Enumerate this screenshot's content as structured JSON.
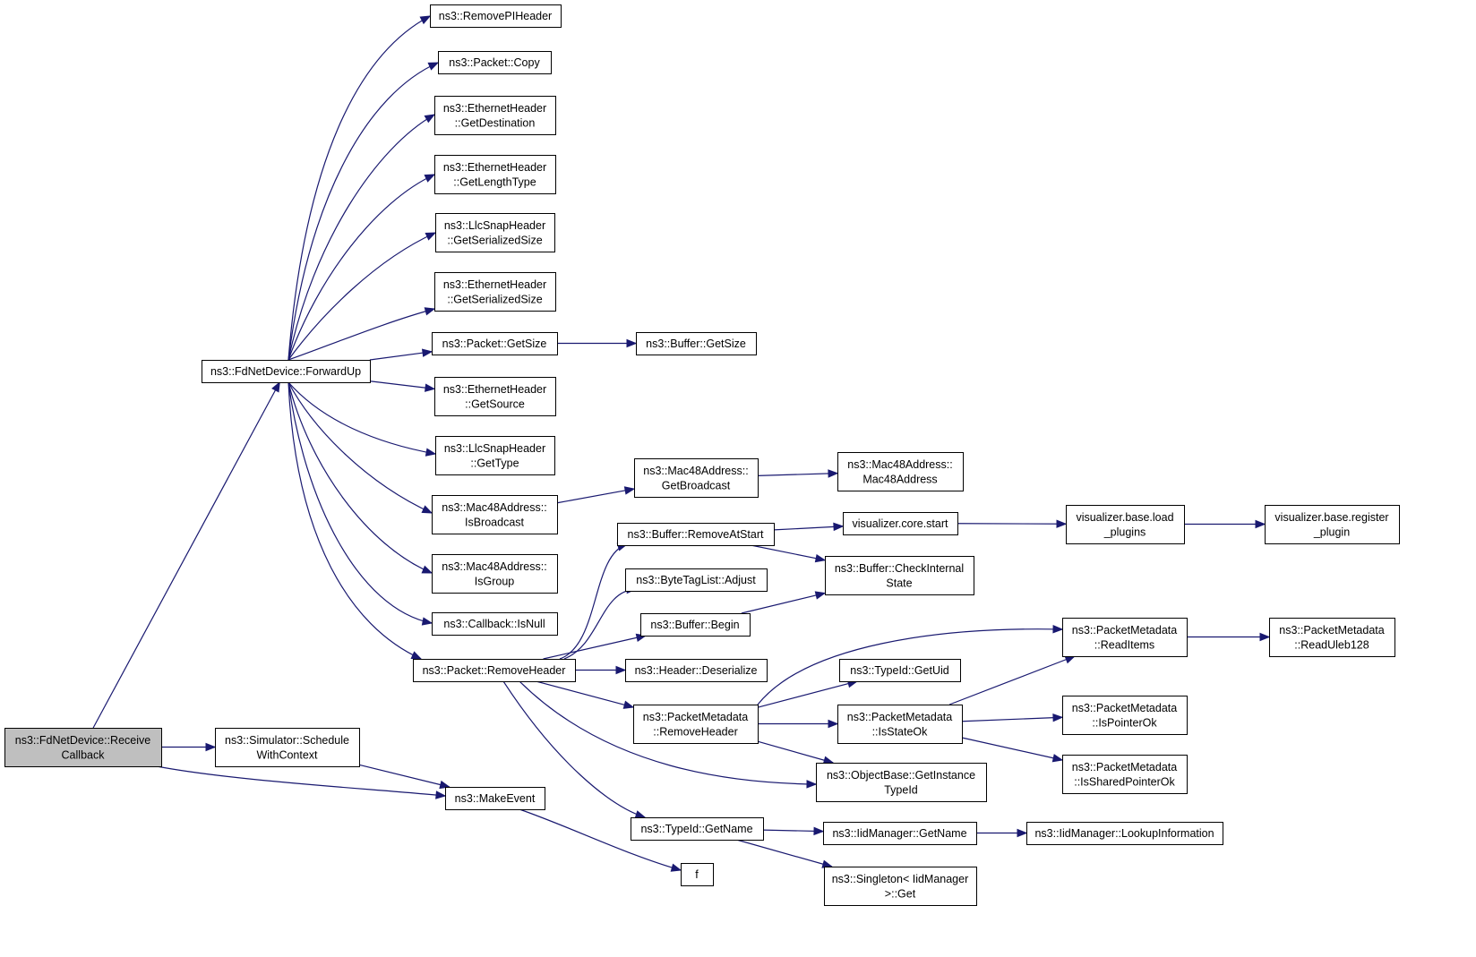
{
  "diagram": {
    "nodes": [
      {
        "id": "receive",
        "lines": [
          "ns3::FdNetDevice::Receive",
          "Callback"
        ],
        "root": true
      },
      {
        "id": "forwardup",
        "lines": [
          "ns3::FdNetDevice::ForwardUp"
        ]
      },
      {
        "id": "schedule",
        "lines": [
          "ns3::Simulator::Schedule",
          "WithContext"
        ]
      },
      {
        "id": "makeevent",
        "lines": [
          "ns3::MakeEvent"
        ]
      },
      {
        "id": "removepi",
        "lines": [
          "ns3::RemovePIHeader"
        ]
      },
      {
        "id": "copy",
        "lines": [
          "ns3::Packet::Copy"
        ]
      },
      {
        "id": "getdest",
        "lines": [
          "ns3::EthernetHeader",
          "::GetDestination"
        ]
      },
      {
        "id": "getlentype",
        "lines": [
          "ns3::EthernetHeader",
          "::GetLengthType"
        ]
      },
      {
        "id": "llcsersize",
        "lines": [
          "ns3::LlcSnapHeader",
          "::GetSerializedSize"
        ]
      },
      {
        "id": "ethsersize",
        "lines": [
          "ns3::EthernetHeader",
          "::GetSerializedSize"
        ]
      },
      {
        "id": "pktgetsize",
        "lines": [
          "ns3::Packet::GetSize"
        ]
      },
      {
        "id": "bufgetsize",
        "lines": [
          "ns3::Buffer::GetSize"
        ]
      },
      {
        "id": "getsource",
        "lines": [
          "ns3::EthernetHeader",
          "::GetSource"
        ]
      },
      {
        "id": "gettype",
        "lines": [
          "ns3::LlcSnapHeader",
          "::GetType"
        ]
      },
      {
        "id": "isbroadcast",
        "lines": [
          "ns3::Mac48Address::",
          "IsBroadcast"
        ]
      },
      {
        "id": "getbroadcast",
        "lines": [
          "ns3::Mac48Address::",
          "GetBroadcast"
        ]
      },
      {
        "id": "mac48ctor",
        "lines": [
          "ns3::Mac48Address::",
          "Mac48Address"
        ]
      },
      {
        "id": "isgroup",
        "lines": [
          "ns3::Mac48Address::",
          "IsGroup"
        ]
      },
      {
        "id": "isnull",
        "lines": [
          "ns3::Callback::IsNull"
        ]
      },
      {
        "id": "removeheader",
        "lines": [
          "ns3::Packet::RemoveHeader"
        ]
      },
      {
        "id": "removeatstart",
        "lines": [
          "ns3::Buffer::RemoveAtStart"
        ]
      },
      {
        "id": "vcorestart",
        "lines": [
          "visualizer.core.start"
        ]
      },
      {
        "id": "vloadplugins",
        "lines": [
          "visualizer.base.load",
          "_plugins"
        ]
      },
      {
        "id": "vregplugin",
        "lines": [
          "visualizer.base.register",
          "_plugin"
        ]
      },
      {
        "id": "checkinternal",
        "lines": [
          "ns3::Buffer::CheckInternal",
          "State"
        ]
      },
      {
        "id": "bytetagadjust",
        "lines": [
          "ns3::ByteTagList::Adjust"
        ]
      },
      {
        "id": "bufbegin",
        "lines": [
          "ns3::Buffer::Begin"
        ]
      },
      {
        "id": "deserialize",
        "lines": [
          "ns3::Header::Deserialize"
        ]
      },
      {
        "id": "pmremovehdr",
        "lines": [
          "ns3::PacketMetadata",
          "::RemoveHeader"
        ]
      },
      {
        "id": "readitems",
        "lines": [
          "ns3::PacketMetadata",
          "::ReadItems"
        ]
      },
      {
        "id": "readuleb",
        "lines": [
          "ns3::PacketMetadata",
          "::ReadUleb128"
        ]
      },
      {
        "id": "getuid",
        "lines": [
          "ns3::TypeId::GetUid"
        ]
      },
      {
        "id": "isstateok",
        "lines": [
          "ns3::PacketMetadata",
          "::IsStateOk"
        ]
      },
      {
        "id": "ispointerok",
        "lines": [
          "ns3::PacketMetadata",
          "::IsPointerOk"
        ]
      },
      {
        "id": "issharedptrok",
        "lines": [
          "ns3::PacketMetadata",
          "::IsSharedPointerOk"
        ]
      },
      {
        "id": "getinstancetid",
        "lines": [
          "ns3::ObjectBase::GetInstance",
          "TypeId"
        ]
      },
      {
        "id": "tidgetname",
        "lines": [
          "ns3::TypeId::GetName"
        ]
      },
      {
        "id": "iidgetname",
        "lines": [
          "ns3::IidManager::GetName"
        ]
      },
      {
        "id": "lookupinfo",
        "lines": [
          "ns3::IidManager::LookupInformation"
        ]
      },
      {
        "id": "singletonget",
        "lines": [
          "ns3::Singleton< IidManager",
          " >::Get"
        ]
      },
      {
        "id": "f",
        "lines": [
          "f"
        ]
      }
    ],
    "edges": [
      [
        "receive",
        "forwardup"
      ],
      [
        "receive",
        "schedule"
      ],
      [
        "receive",
        "makeevent"
      ],
      [
        "schedule",
        "makeevent"
      ],
      [
        "makeevent",
        "f"
      ],
      [
        "forwardup",
        "removepi"
      ],
      [
        "forwardup",
        "copy"
      ],
      [
        "forwardup",
        "getdest"
      ],
      [
        "forwardup",
        "getlentype"
      ],
      [
        "forwardup",
        "llcsersize"
      ],
      [
        "forwardup",
        "ethsersize"
      ],
      [
        "forwardup",
        "pktgetsize"
      ],
      [
        "forwardup",
        "getsource"
      ],
      [
        "forwardup",
        "gettype"
      ],
      [
        "forwardup",
        "isbroadcast"
      ],
      [
        "forwardup",
        "isgroup"
      ],
      [
        "forwardup",
        "isnull"
      ],
      [
        "forwardup",
        "removeheader"
      ],
      [
        "pktgetsize",
        "bufgetsize"
      ],
      [
        "isbroadcast",
        "getbroadcast"
      ],
      [
        "getbroadcast",
        "mac48ctor"
      ],
      [
        "removeheader",
        "removeatstart"
      ],
      [
        "removeheader",
        "bytetagadjust"
      ],
      [
        "removeheader",
        "bufbegin"
      ],
      [
        "removeheader",
        "deserialize"
      ],
      [
        "removeheader",
        "pmremovehdr"
      ],
      [
        "removeheader",
        "getinstancetid"
      ],
      [
        "removeheader",
        "tidgetname"
      ],
      [
        "removeatstart",
        "vcorestart"
      ],
      [
        "removeatstart",
        "checkinternal"
      ],
      [
        "vcorestart",
        "vloadplugins"
      ],
      [
        "vloadplugins",
        "vregplugin"
      ],
      [
        "bufbegin",
        "checkinternal"
      ],
      [
        "pmremovehdr",
        "readitems"
      ],
      [
        "pmremovehdr",
        "getuid"
      ],
      [
        "pmremovehdr",
        "isstateok"
      ],
      [
        "pmremovehdr",
        "getinstancetid"
      ],
      [
        "readitems",
        "readuleb"
      ],
      [
        "isstateok",
        "readitems"
      ],
      [
        "isstateok",
        "ispointerok"
      ],
      [
        "isstateok",
        "issharedptrok"
      ],
      [
        "tidgetname",
        "iidgetname"
      ],
      [
        "tidgetname",
        "singletonget"
      ],
      [
        "iidgetname",
        "lookupinfo"
      ]
    ]
  }
}
